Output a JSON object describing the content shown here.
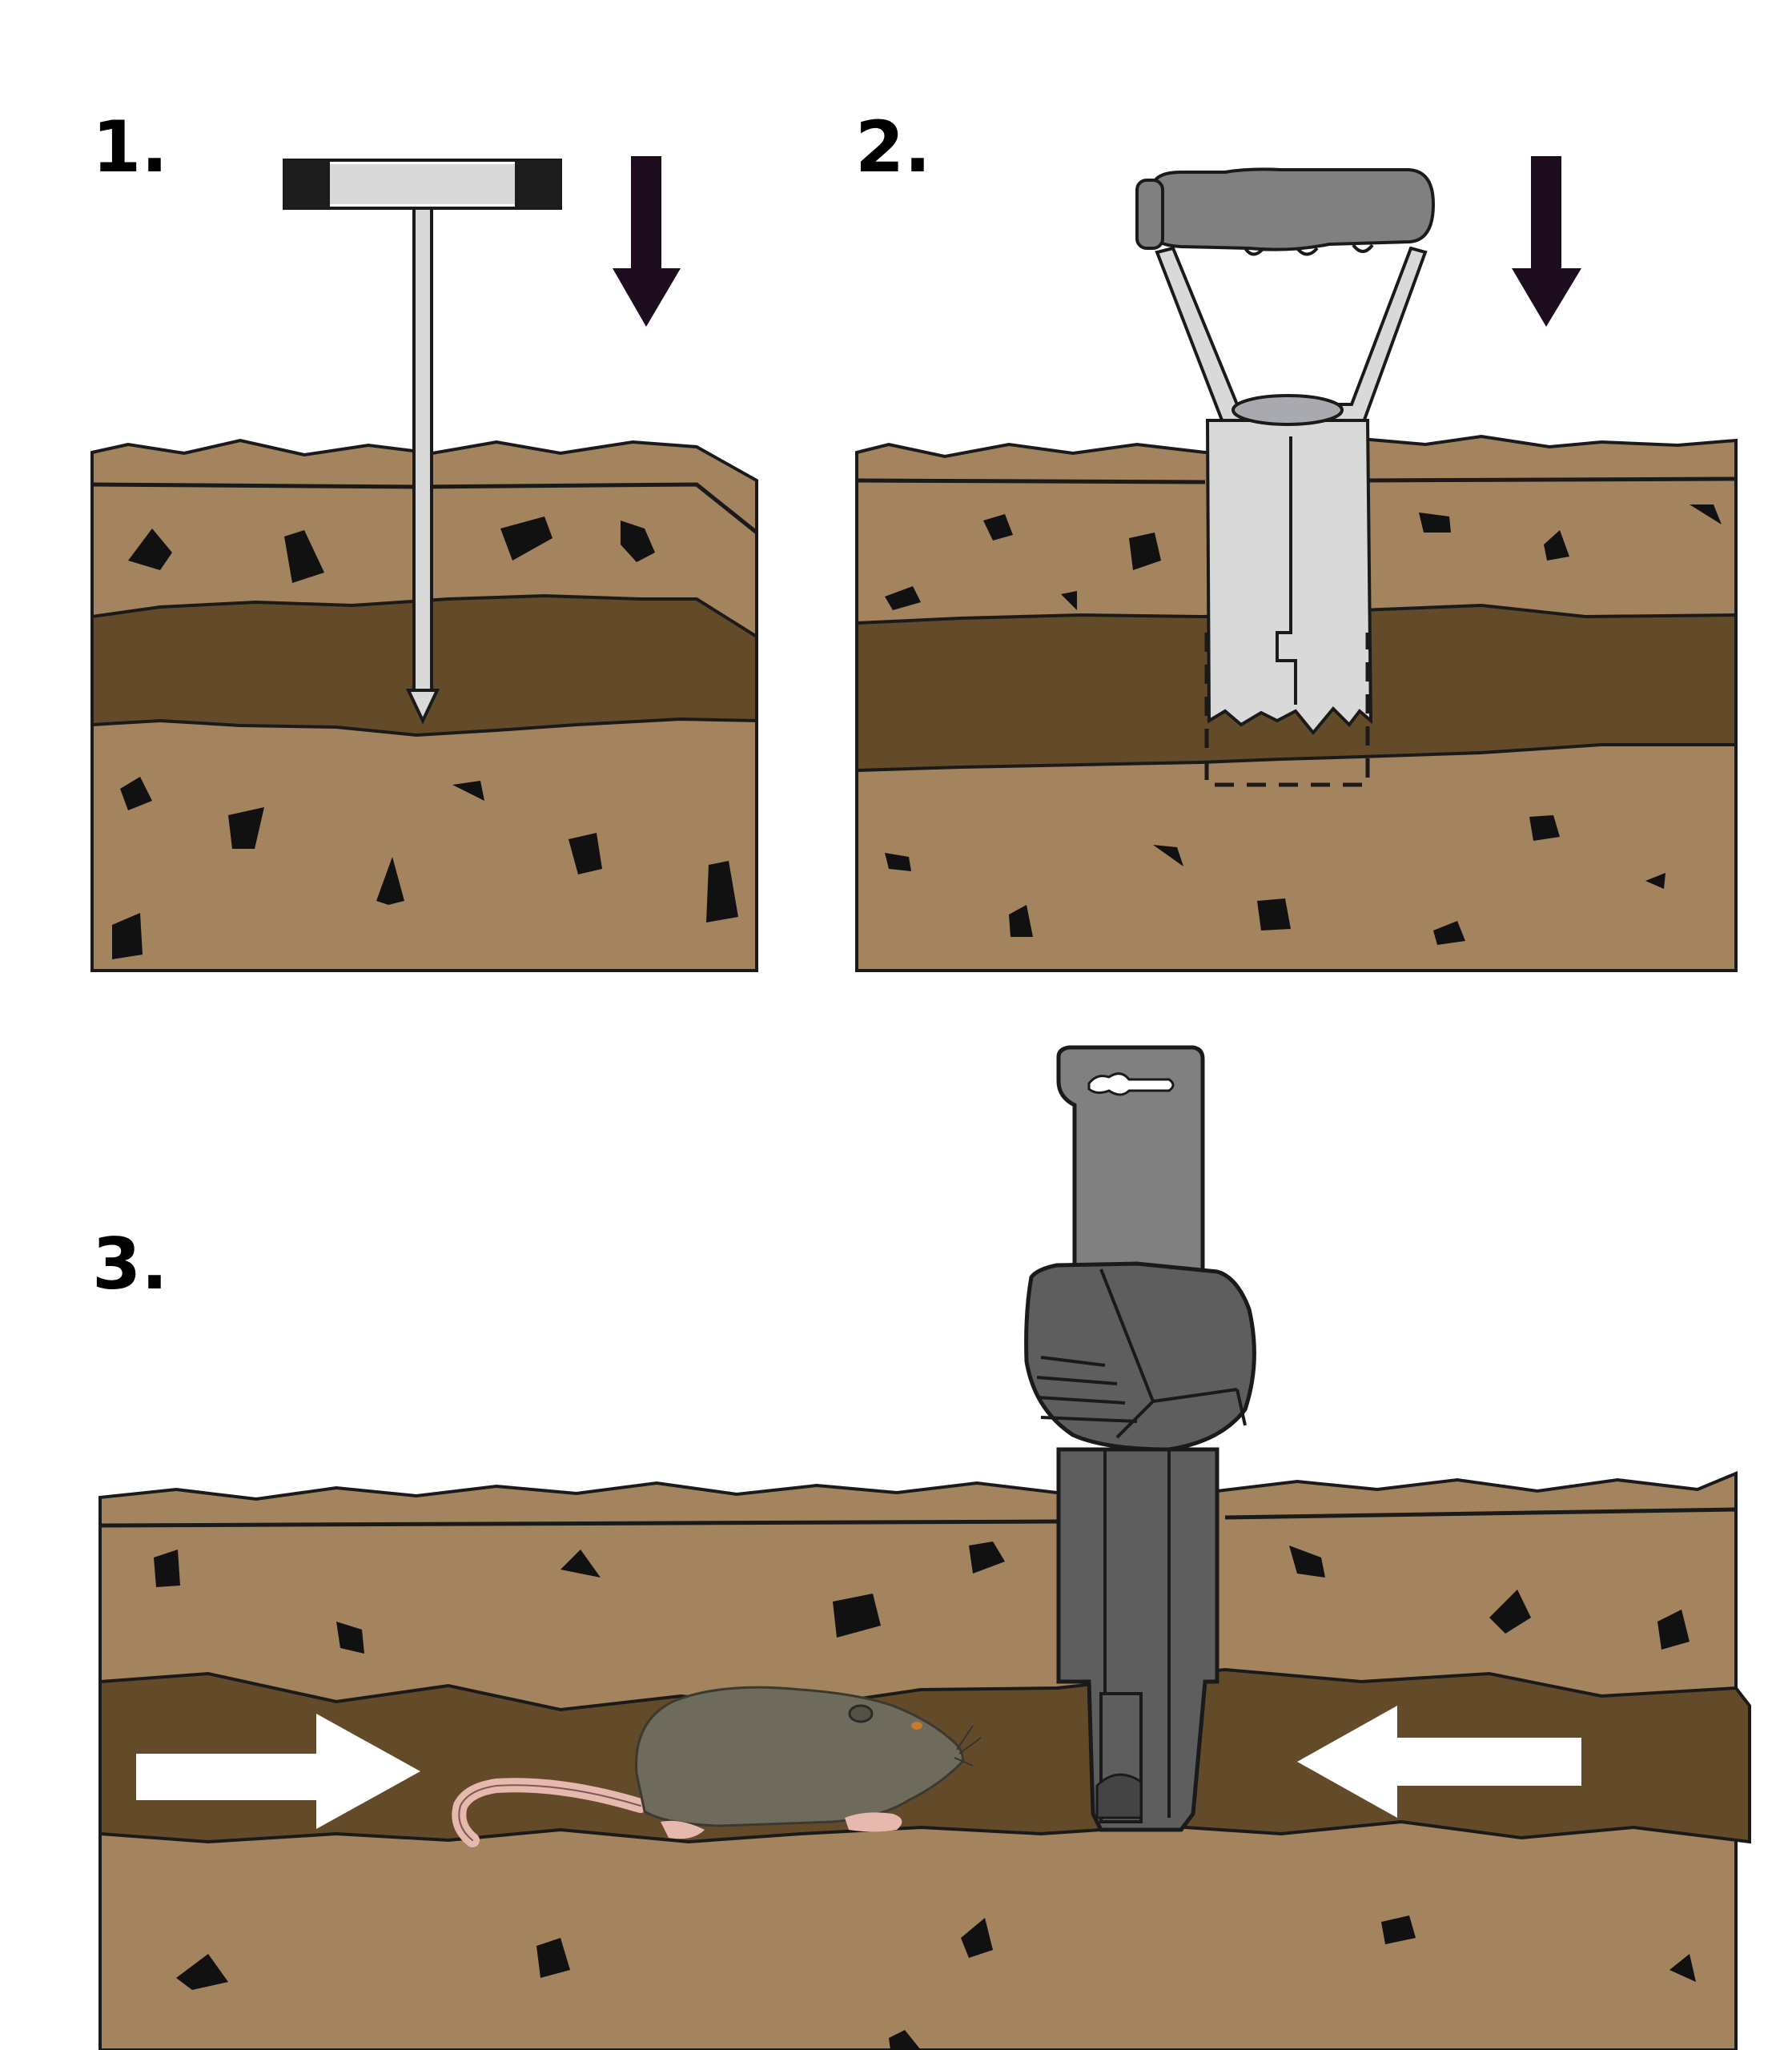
{
  "steps": [
    {
      "label": "1."
    },
    {
      "label": "2."
    },
    {
      "label": "3."
    }
  ],
  "colors": {
    "topsoil": "#a3845e",
    "soil": "#a3845e",
    "burrow_layer": "#634b2a",
    "rock": "#111111",
    "outline": "#1a1a1a",
    "probe_metal": "#d9d9d9",
    "probe_grip": "#1c1c1c",
    "tool_grey": "#808080",
    "trap_dark": "#5e5e5e",
    "arrow_dark": "#1d0d1f",
    "arrow_white": "#ffffff",
    "mole": "#6e6a5c",
    "mole_tail": "#e6b8ae"
  },
  "icons": [
    "t-probe-icon",
    "down-arrow-icon",
    "bulb-planter-icon",
    "mole-trap-icon",
    "mole-icon",
    "right-arrow-icon",
    "left-arrow-icon"
  ]
}
